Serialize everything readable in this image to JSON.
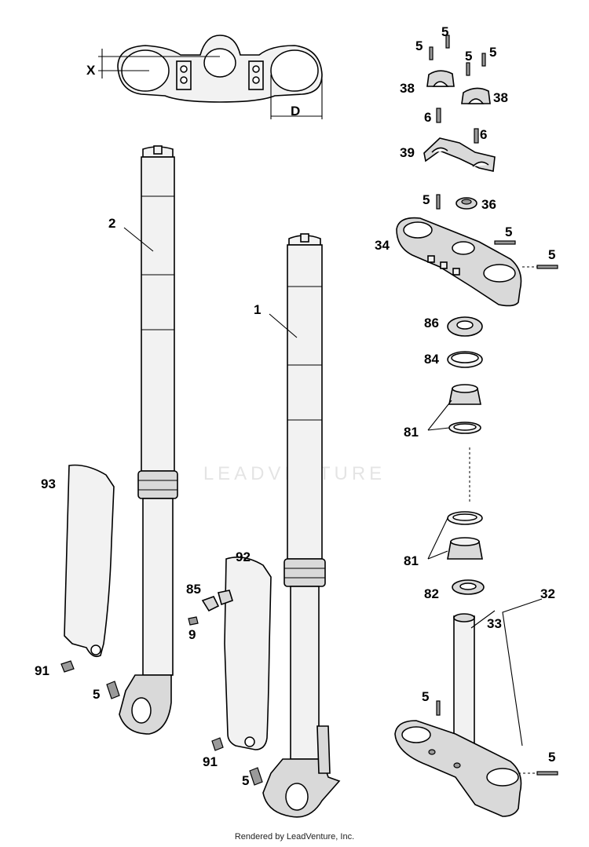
{
  "watermark": "LEADVENTURE",
  "footer": "Rendered by LeadVenture, Inc.",
  "dimensions": {
    "x": "X",
    "d": "D"
  },
  "callouts": {
    "c2": "2",
    "c1": "1",
    "c93": "93",
    "c91a": "91",
    "c5a": "5",
    "c92": "92",
    "c85": "85",
    "c9": "9",
    "c91b": "91",
    "c5b": "5",
    "c5t1": "5",
    "c5t2": "5",
    "c5t3": "5",
    "c5t4": "5",
    "c38a": "38",
    "c38b": "38",
    "c6a": "6",
    "c6b": "6",
    "c39": "39",
    "c5c": "5",
    "c36": "36",
    "c5d": "5",
    "c34": "34",
    "c5e": "5",
    "c86": "86",
    "c84": "84",
    "c81a": "81",
    "c81b": "81",
    "c82": "82",
    "c32": "32",
    "c33": "33",
    "c5f": "5",
    "c5g": "5"
  }
}
